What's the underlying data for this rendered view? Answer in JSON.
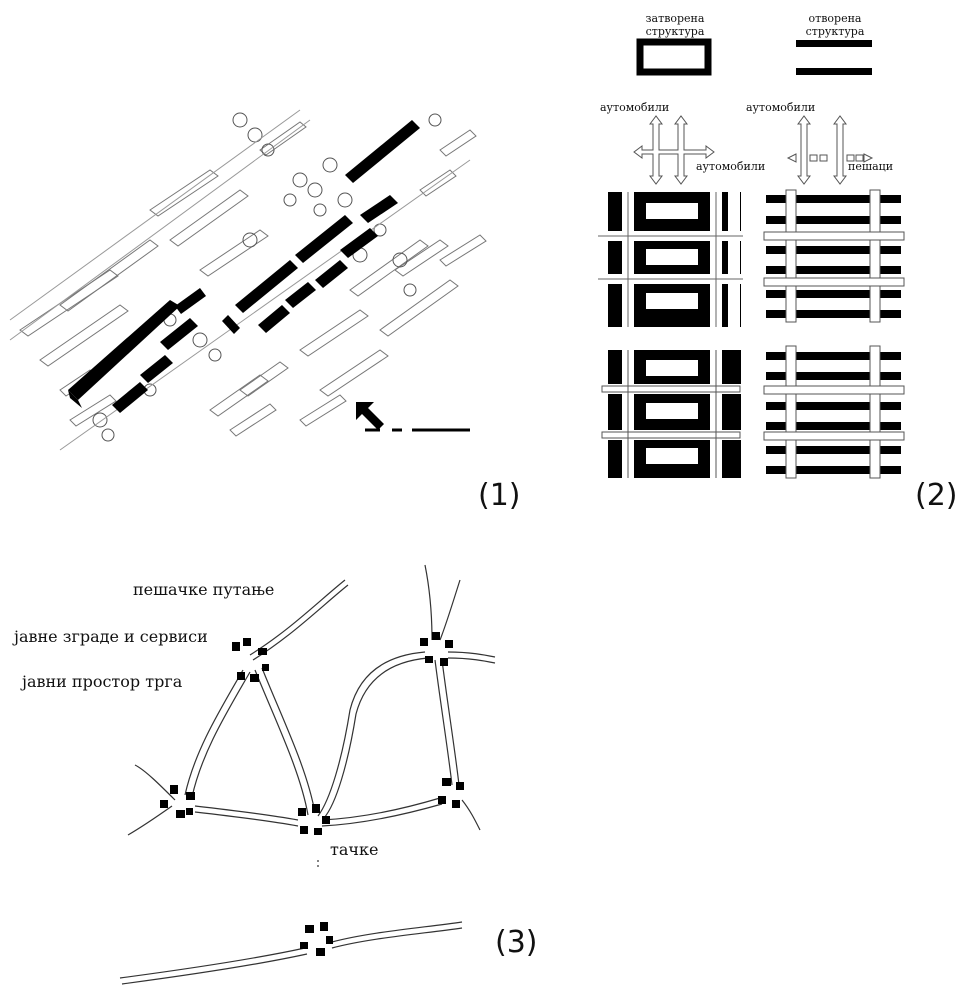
{
  "figure_numbers": {
    "p1": "(1)",
    "p2": "(2)",
    "p3": "(3)"
  },
  "panel2": {
    "closed_line1": "затворена",
    "closed_line2": "структура",
    "open_line1": "отворена",
    "open_line2": "структура",
    "cars_left": "аутомобили",
    "cars_right_top": "аутомобили",
    "cars_left_bottom": "аутомобили",
    "pedestrians": "пешаци"
  },
  "panel3": {
    "footpaths": "пешачке путање",
    "public_buildings": "јавне зграде и сервиси",
    "square_space": "јавни простор трга",
    "points": "тачке"
  }
}
